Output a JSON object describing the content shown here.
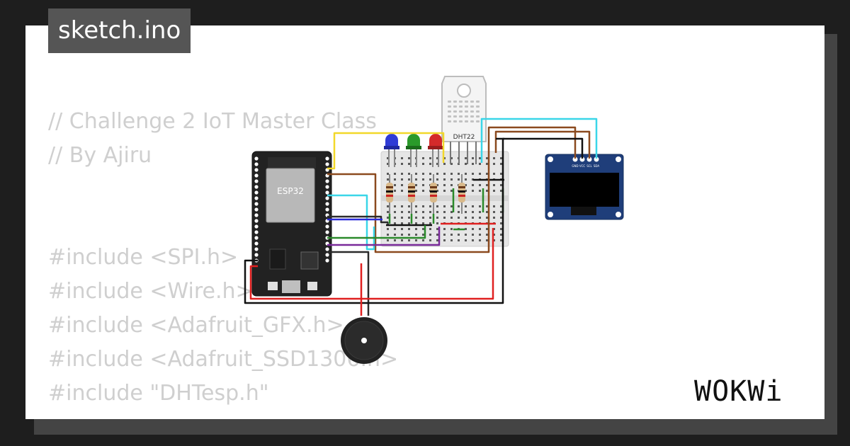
{
  "header": {
    "file_name": "sketch.ino"
  },
  "code": {
    "lines": [
      "// Challenge 2 IoT Master Class",
      "// By Ajiru",
      "",
      "",
      "#include <SPI.h>",
      "#include <Wire.h>",
      "#include <Adafruit_GFX.h>",
      "#include <Adafruit_SSD1306.h>",
      "#include \"DHTesp.h\""
    ]
  },
  "components": {
    "mcu_label": "ESP32",
    "sensor_label": "DHT22",
    "oled_pins": [
      "GND",
      "VCC",
      "SCL",
      "SDA"
    ]
  },
  "brand": {
    "name": "WOKWi"
  },
  "colors": {
    "wire_yellow": "#f2d82a",
    "wire_brown": "#8b4a1f",
    "wire_cyan": "#3ad6e8",
    "wire_blue": "#2b2bd9",
    "wire_green": "#2a8a2a",
    "wire_purple": "#7a2a9a",
    "wire_red": "#e02020",
    "wire_black": "#111111",
    "led_blue": "#2f3bd6",
    "led_green": "#2a9a2a",
    "led_red": "#d42a2a"
  }
}
